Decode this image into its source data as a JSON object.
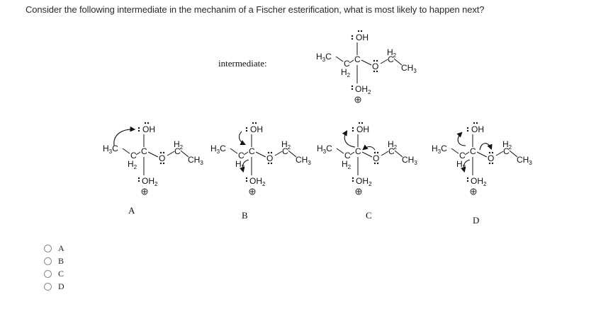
{
  "question": {
    "text": "Consider the following intermediate in the mechanim of a Fischer esterification, what is most likely to happen next?"
  },
  "intermediate": {
    "label": "intermediate:",
    "atoms": {
      "oh_top": "OH",
      "h3c": "H3C",
      "ch2_left_h": "H2",
      "center_c": "C",
      "ester_o": "O",
      "ch2_right_h": "H2",
      "ch2_right_c": "C",
      "ch3": "CH3",
      "oh2": "OH2",
      "charge": "+"
    }
  },
  "structures": [
    {
      "label": "A",
      "arrows": [
        "methyl lone-pair arrow to OH"
      ]
    },
    {
      "label": "B",
      "arrows": [
        "OH lone pair to C",
        "C–OH2 bond to OH2"
      ]
    },
    {
      "label": "C",
      "arrows": [
        "C–OH bond to OH",
        "O lone pair to C"
      ]
    },
    {
      "label": "D",
      "arrows": [
        "C–OH bond to OH",
        "C–O bond to O",
        "C–OH2 bond to OH2"
      ]
    }
  ],
  "answers": {
    "options": [
      {
        "label": "A",
        "selected": false
      },
      {
        "label": "B",
        "selected": false
      },
      {
        "label": "C",
        "selected": false
      },
      {
        "label": "D",
        "selected": false
      }
    ]
  }
}
